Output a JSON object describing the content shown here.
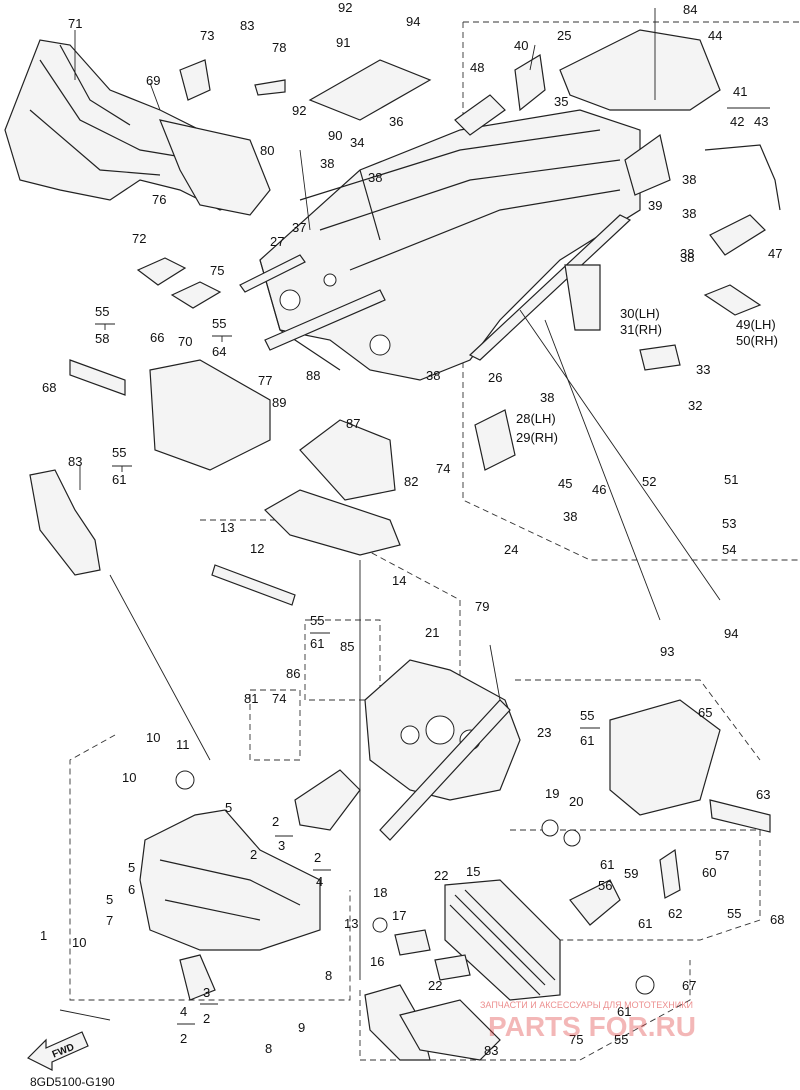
{
  "diagram_code": "8GD5100-G190",
  "fwd_label": "FWD",
  "watermark": {
    "line1": "ЗАПЧАСТИ И АКСЕССУАРЫ ДЛЯ МОТОТЕХНИКИ",
    "line2": "PARTS FOR.RU"
  },
  "callouts": [
    "1",
    "2",
    "3",
    "4",
    "5",
    "6",
    "7",
    "8",
    "9",
    "10",
    "11",
    "12",
    "13",
    "14",
    "15",
    "16",
    "17",
    "18",
    "19",
    "20",
    "21",
    "22",
    "23",
    "24",
    "25",
    "26",
    "27",
    "28(LH)",
    "29(RH)",
    "30(LH)",
    "31(RH)",
    "32",
    "33",
    "34",
    "35",
    "36",
    "37",
    "38",
    "39",
    "40",
    "41",
    "42",
    "43",
    "44",
    "45",
    "46",
    "47",
    "48",
    "49(LH)",
    "50(RH)",
    "51",
    "52",
    "53",
    "54",
    "55",
    "56",
    "57",
    "58",
    "59",
    "60",
    "61",
    "62",
    "63",
    "64",
    "65",
    "66",
    "67",
    "68",
    "69",
    "70",
    "71",
    "72",
    "73",
    "74",
    "75",
    "76",
    "77",
    "78",
    "79",
    "80",
    "81",
    "82",
    "83",
    "84",
    "85",
    "86",
    "87",
    "88",
    "89",
    "90",
    "91",
    "92",
    "93",
    "94"
  ]
}
